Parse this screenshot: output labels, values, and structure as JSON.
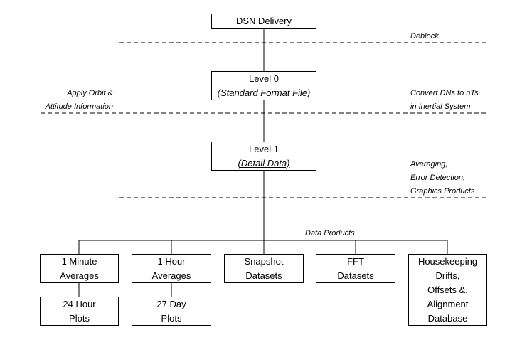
{
  "diagram": {
    "top": {
      "label": "DSN Delivery"
    },
    "level0": {
      "line1": "Level 0",
      "line2": "(Standard Format File)"
    },
    "level1": {
      "line1": "Level 1",
      "line2": "(Detail Data)"
    },
    "notes": {
      "deblock": "Deblock",
      "apply_orbit": [
        "Apply Orbit &",
        "Attitude Information"
      ],
      "convert": [
        "Convert DNs to nTs",
        "in Inertial System"
      ],
      "averaging": [
        "Averaging,",
        "Error Detection,",
        "Graphics Products"
      ],
      "data_products": "Data Products"
    },
    "products": [
      {
        "lines": [
          "1 Minute",
          "Averages"
        ]
      },
      {
        "lines": [
          "1 Hour",
          "Averages"
        ]
      },
      {
        "lines": [
          "Snapshot",
          "Datasets"
        ]
      },
      {
        "lines": [
          "FFT",
          "Datasets"
        ]
      },
      {
        "lines": [
          "Housekeeping",
          "Drifts,",
          "Offsets &,",
          "Alignment",
          "Database"
        ]
      }
    ],
    "sub_products": [
      {
        "lines": [
          "24 Hour",
          "Plots"
        ]
      },
      {
        "lines": [
          "27 Day",
          "Plots"
        ]
      }
    ]
  }
}
